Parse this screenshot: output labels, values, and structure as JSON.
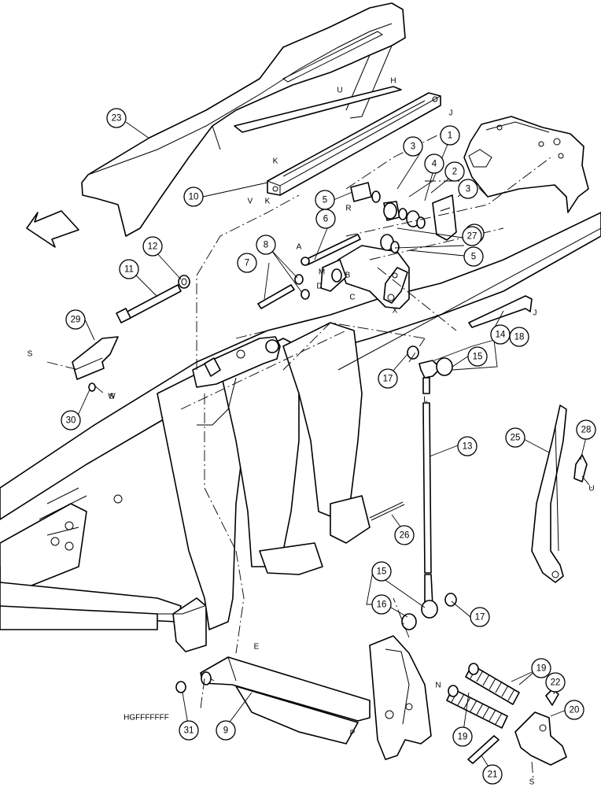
{
  "diagram": {
    "callouts": [
      "1",
      "2",
      "3",
      "3",
      "4",
      "5",
      "5",
      "5",
      "6",
      "7",
      "8",
      "9",
      "10",
      "11",
      "12",
      "13",
      "14",
      "15",
      "15",
      "16",
      "17",
      "17",
      "18",
      "19",
      "19",
      "20",
      "21",
      "22",
      "23",
      "25",
      "26",
      "27",
      "28",
      "29",
      "30",
      "31"
    ],
    "letters": [
      "U",
      "H",
      "J",
      "K",
      "V",
      "K",
      "R",
      "A",
      "B",
      "M",
      "D",
      "C",
      "X",
      "J",
      "S",
      "W",
      "S",
      "L",
      "U",
      "E",
      "N",
      "P",
      "S",
      "HGFFFFFFF"
    ]
  }
}
